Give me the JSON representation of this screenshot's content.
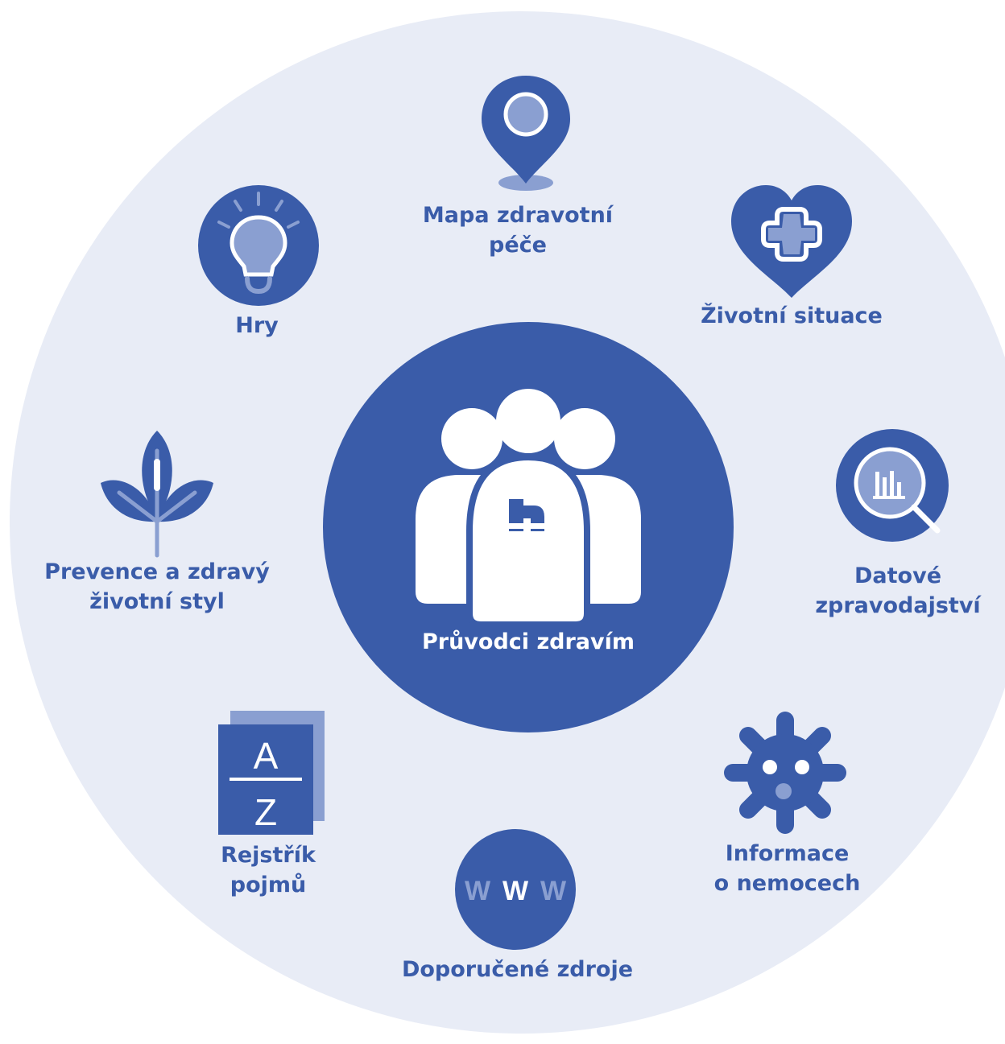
{
  "colors": {
    "primary": "#3a5ca9",
    "light": "#8a9fd1",
    "background": "#e8ecf6",
    "white": "#ffffff"
  },
  "center": {
    "label": "Průvodci zdravím",
    "icon": "group-people-logo-icon"
  },
  "items": [
    {
      "id": "mapa",
      "lines": [
        "Mapa zdravotní",
        "péče"
      ],
      "icon": "map-pin-icon"
    },
    {
      "id": "zivotni-situace",
      "lines": [
        "Životní situace"
      ],
      "icon": "heart-plus-icon"
    },
    {
      "id": "datove",
      "lines": [
        "Datové",
        "zpravodajství"
      ],
      "icon": "chart-magnifier-icon"
    },
    {
      "id": "informace",
      "lines": [
        "Informace",
        "o nemocech"
      ],
      "icon": "virus-icon"
    },
    {
      "id": "zdroje",
      "lines": [
        "Doporučené zdroje"
      ],
      "icon": "www-globe-icon",
      "icon_text": "WWW"
    },
    {
      "id": "rejstrik",
      "lines": [
        "Rejstřík",
        "pojmů"
      ],
      "icon": "a-z-index-icon",
      "icon_text": [
        "A",
        "Z"
      ]
    },
    {
      "id": "prevence",
      "lines": [
        "Prevence a zdravý",
        "životní styl"
      ],
      "icon": "plant-leaves-icon"
    },
    {
      "id": "hry",
      "lines": [
        "Hry"
      ],
      "icon": "lightbulb-icon"
    }
  ]
}
